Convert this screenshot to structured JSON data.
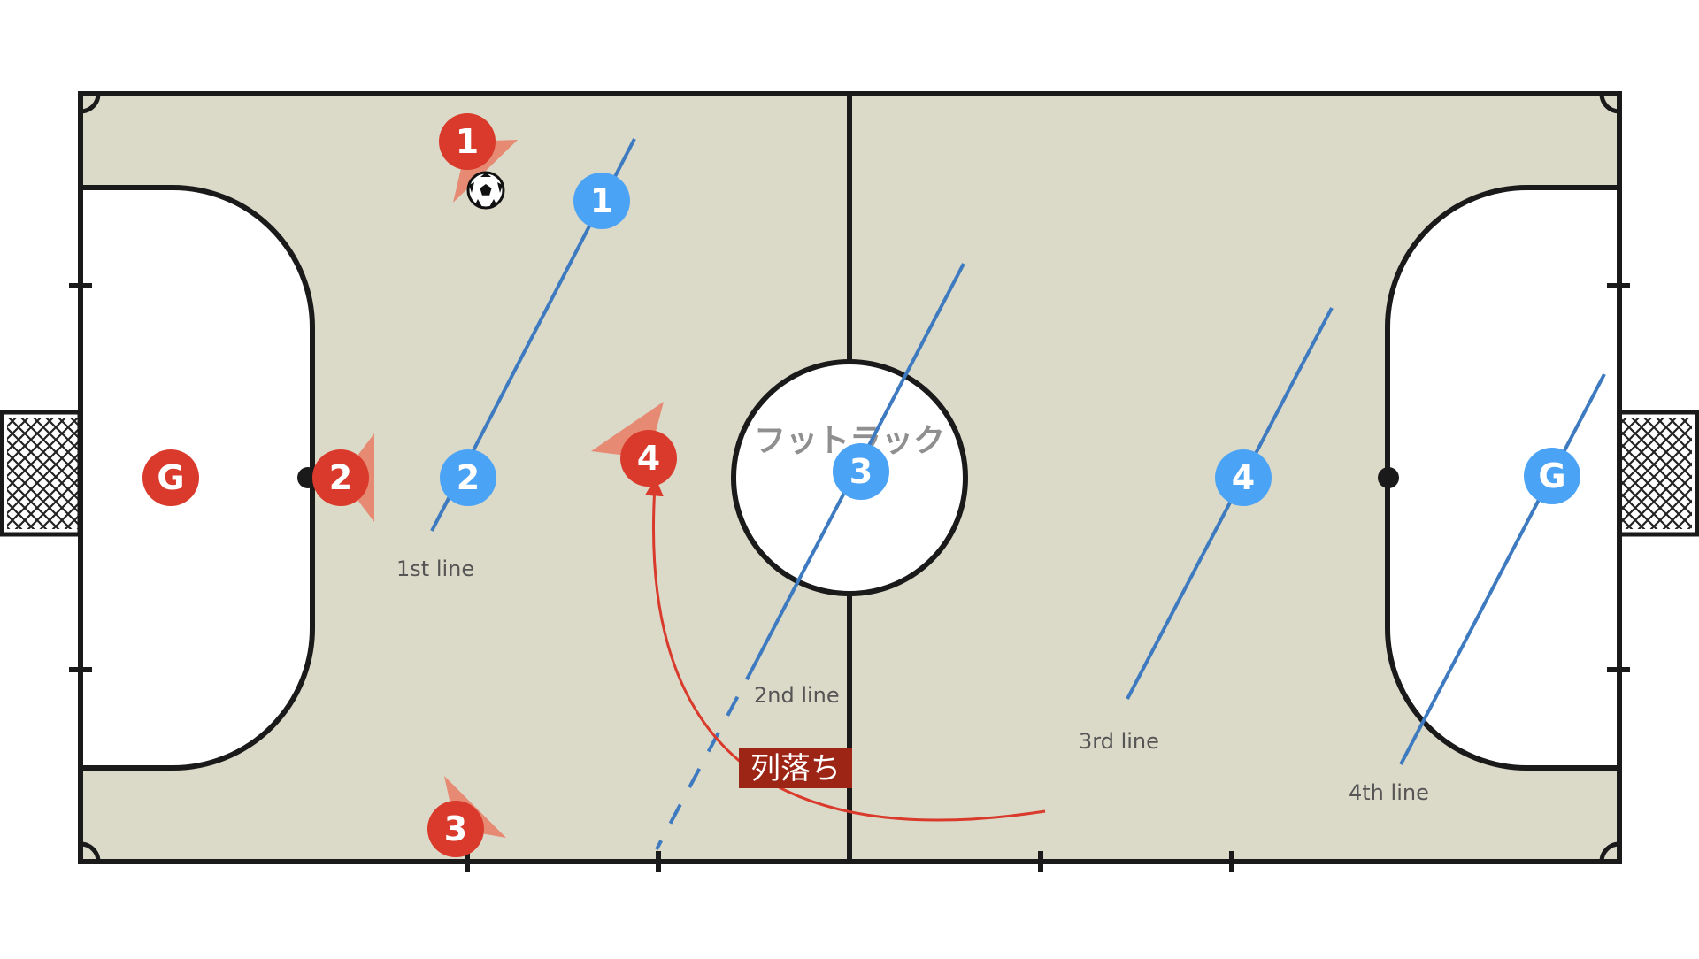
{
  "court": {
    "surface_color": "#dbd9c8",
    "line_color": "#1a1a1a",
    "watermark": "フットラック"
  },
  "red_team": {
    "color": "#d93a2b",
    "players": [
      {
        "label": "G"
      },
      {
        "label": "1"
      },
      {
        "label": "2"
      },
      {
        "label": "3"
      },
      {
        "label": "4"
      }
    ]
  },
  "blue_team": {
    "color": "#4ba3f5",
    "players": [
      {
        "label": "1"
      },
      {
        "label": "2"
      },
      {
        "label": "3"
      },
      {
        "label": "4"
      },
      {
        "label": "G"
      }
    ]
  },
  "lines": {
    "color": "#3d7ac0",
    "labels": [
      "1st line",
      "2nd line",
      "3rd line",
      "4th line"
    ]
  },
  "annotation": {
    "text": "列落ち",
    "background": "#9c2516",
    "arrow_color": "#d93a2b"
  },
  "icons": {
    "ball": "soccer-ball-icon",
    "goal": "goal-net-icon"
  }
}
